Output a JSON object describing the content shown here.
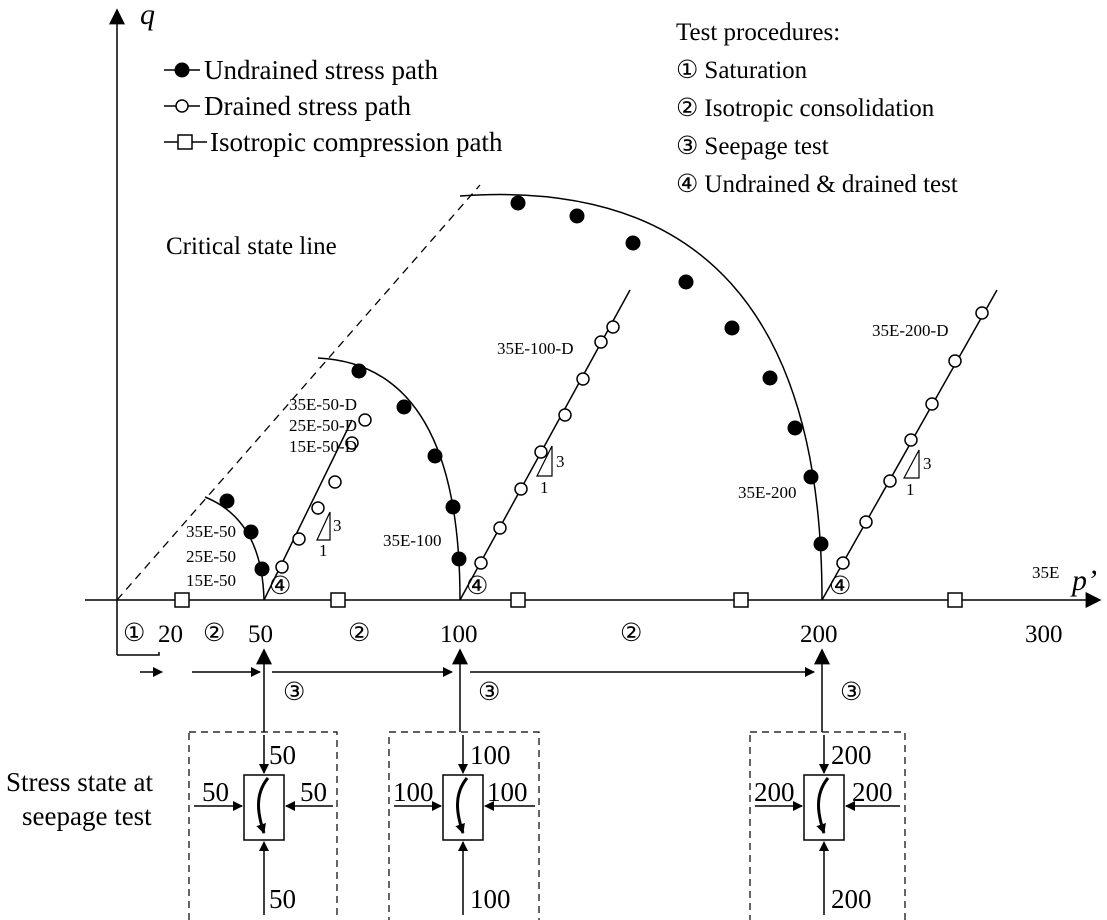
{
  "axes": {
    "x_label": "p’",
    "y_label": "q",
    "x_ticks": [
      "20",
      "50",
      "100",
      "200",
      "300"
    ],
    "baseline_label": "35E"
  },
  "legend": {
    "items": [
      {
        "label": "Undrained stress path",
        "marker": "filled-circle"
      },
      {
        "label": "Drained stress path",
        "marker": "open-circle"
      },
      {
        "label": "Isotropic compression path",
        "marker": "open-square"
      }
    ]
  },
  "procedures": {
    "title": "Test procedures:",
    "steps": [
      {
        "num": "①",
        "label": "Saturation"
      },
      {
        "num": "②",
        "label": "Isotropic consolidation"
      },
      {
        "num": "③",
        "label": "Seepage test"
      },
      {
        "num": "④",
        "label": "Undrained & drained test"
      }
    ]
  },
  "csl_label": "Critical state line",
  "path_labels": {
    "undrained_50": [
      "35E-50",
      "25E-50",
      "15E-50"
    ],
    "drained_50": [
      "35E-50-D",
      "25E-50-D",
      "15E-50-D"
    ],
    "undrained_100": "35E-100",
    "drained_100": "35E-100-D",
    "undrained_200": "35E-200",
    "drained_200": "35E-200-D"
  },
  "slope": {
    "rise": "3",
    "run": "1"
  },
  "step_marks": {
    "one": "①",
    "two": "②",
    "three": "③",
    "four": "④"
  },
  "stress_state_label": [
    "Stress state at",
    "seepage test"
  ],
  "stress_boxes": [
    {
      "value": "50"
    },
    {
      "value": "100"
    },
    {
      "value": "200"
    }
  ],
  "colors": {
    "ink": "#000000",
    "background": "#ffffff"
  }
}
